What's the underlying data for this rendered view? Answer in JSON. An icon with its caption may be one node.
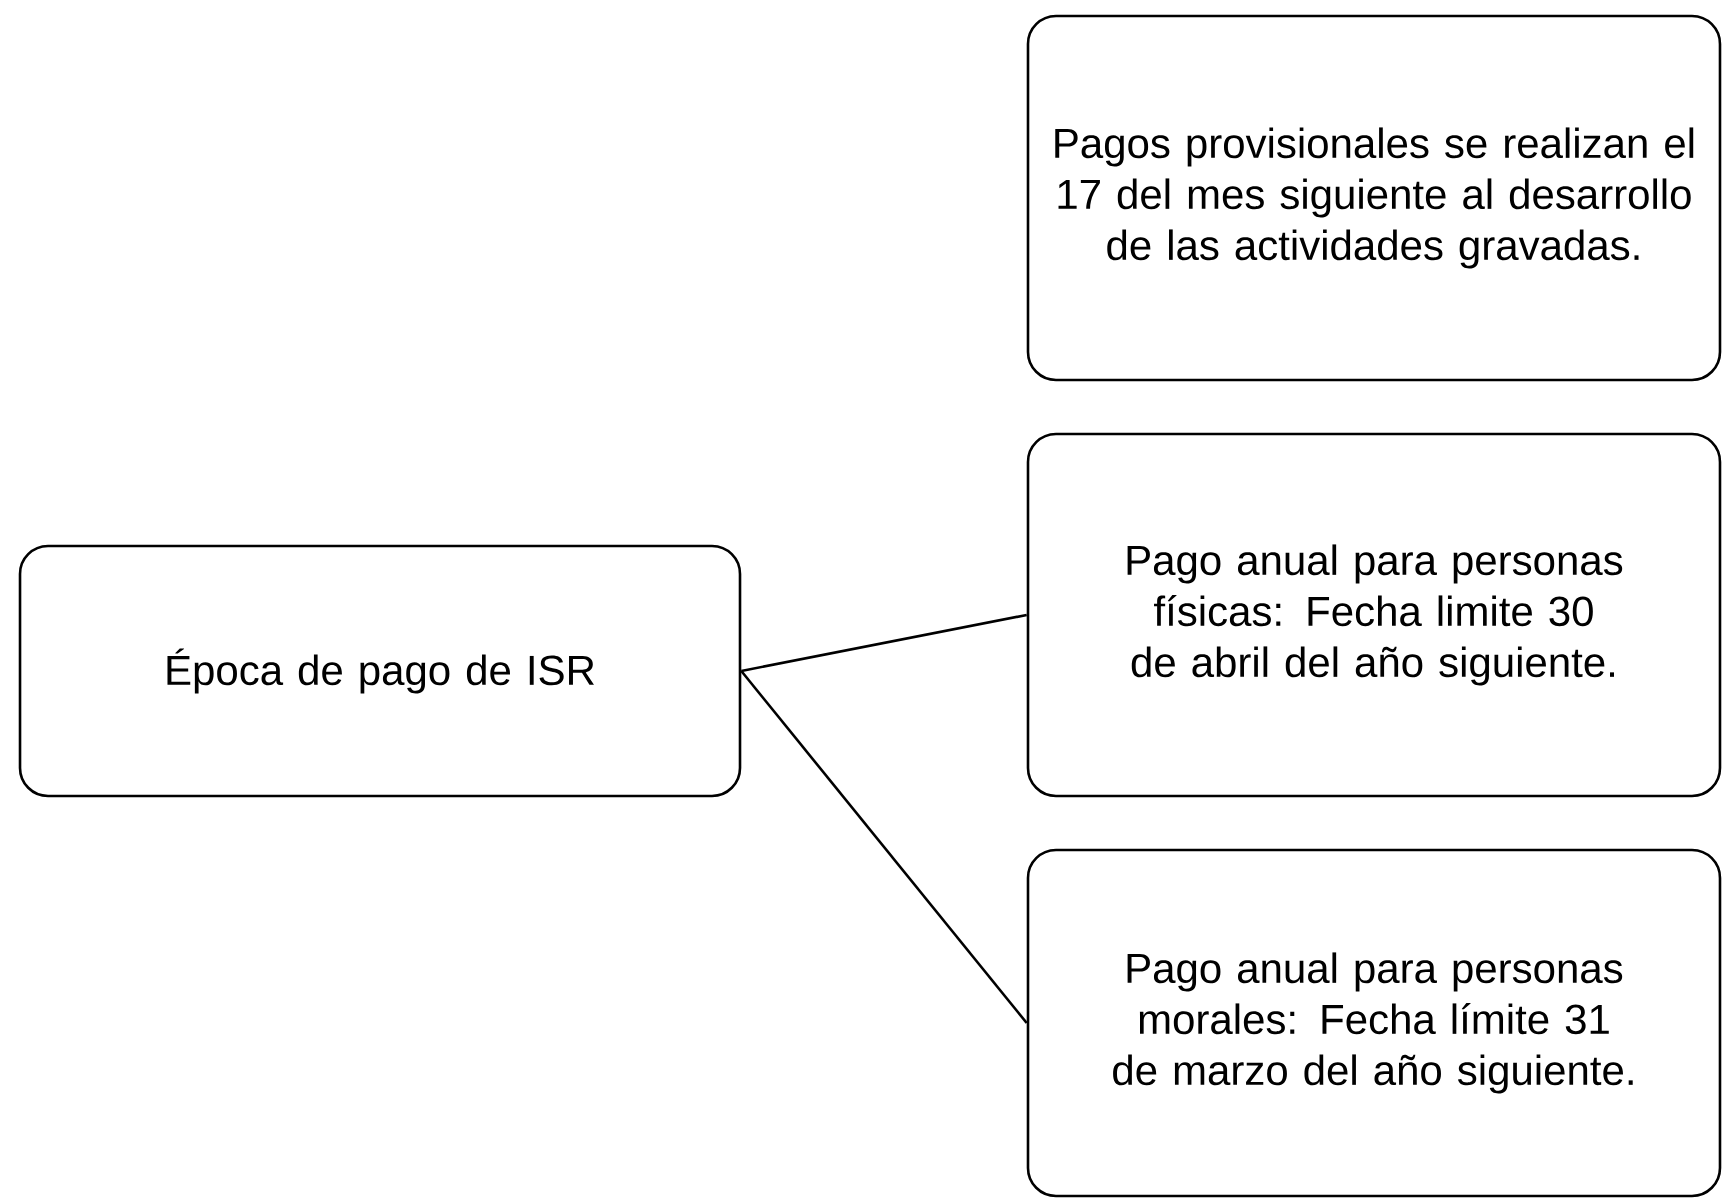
{
  "diagram": {
    "nodes": [
      {
        "text": [
          "Época de pago de ISR"
        ]
      },
      {
        "text": [
          "Pagos provisionales se realizan el 17 del mes siguiente al desarrollo de las actividades gravadas."
        ]
      },
      {
        "text": [
          "Pago anual para personas físicas: Fecha limite 30 de abril del año siguiente."
        ]
      },
      {
        "text": [
          "Pago anual para personas morales: Fecha límite 31 de marzo del año siguiente."
        ]
      }
    ],
    "edges": [
      {
        "from": 0,
        "to": 2,
        "arrow": "none"
      },
      {
        "from": 0,
        "to": 3,
        "arrow": "none"
      }
    ]
  }
}
